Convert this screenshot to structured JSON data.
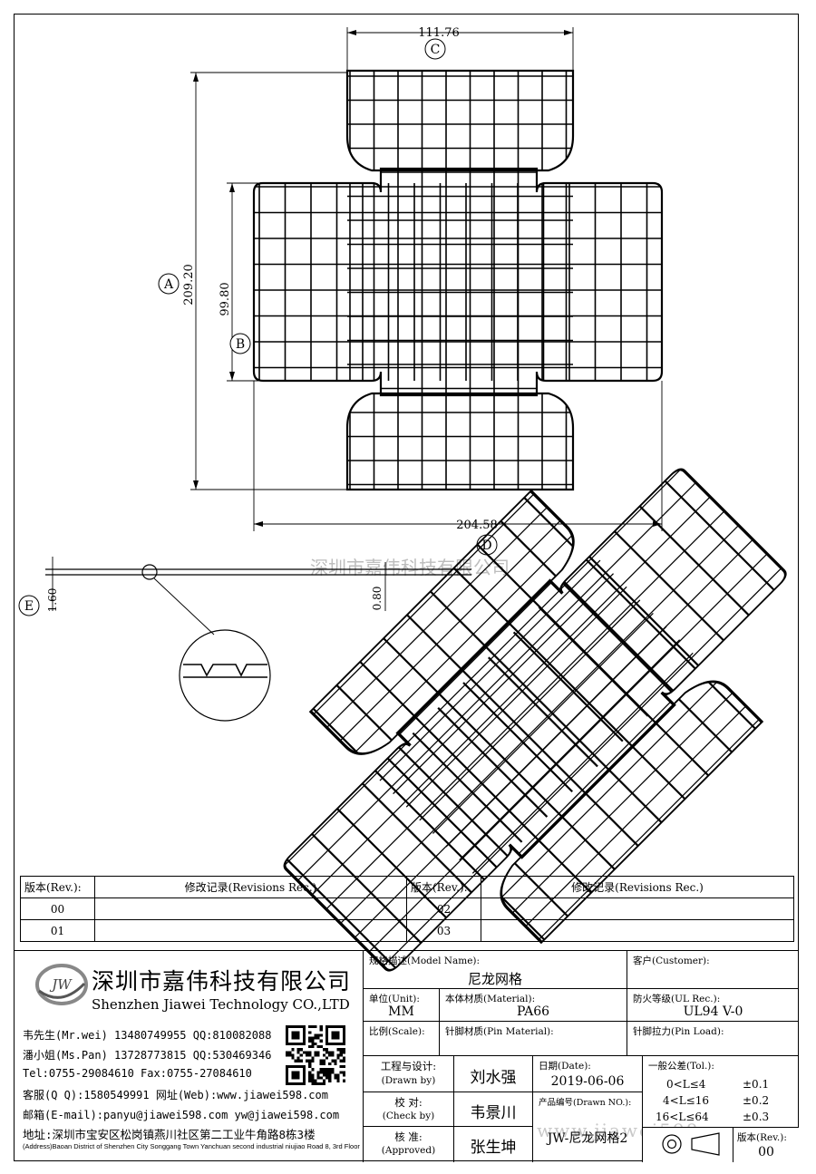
{
  "dimensions": {
    "c_width": "111.76",
    "a_height": "209.20",
    "b_height": "99.80",
    "d_width": "204.58",
    "e_thickness": "1.60",
    "step_depth": "0.80"
  },
  "callouts": {
    "a": "A",
    "b": "B",
    "c": "C",
    "d": "D",
    "e": "E"
  },
  "watermark_center": "深圳市嘉伟科技有限公司",
  "watermark_corner": "www.jiawei598.com",
  "revision_table": {
    "header_rev": "版本(Rev.):",
    "header_rec": "修改记录(Revisions Rec.)",
    "rows": [
      {
        "rev_left": "00",
        "rev_right": "02"
      },
      {
        "rev_left": "01",
        "rev_right": "03"
      }
    ]
  },
  "company": {
    "logo_text": "JW",
    "name_cn": "深圳市嘉伟科技有限公司",
    "name_en": "Shenzhen Jiawei Technology CO.,LTD",
    "contacts": [
      "韦先生(Mr.wei) 13480749955 QQ:810082088",
      "潘小姐(Ms.Pan) 13728773815 QQ:530469346",
      "Tel:0755-29084610     Fax:0755-27084610",
      "客服(Q Q):1580549991    网址(Web):www.jiawei598.com",
      "邮箱(E-mail):panyu@jiawei598.com  yw@jiawei598.com"
    ],
    "address": "地址:深圳市宝安区松岗镇燕川社区第二工业牛角路8栋3楼",
    "address_en": "(Address)Baoan District of Shenzhen City Songgang Town Yanchuan second industrial niujiao Road 8, 3rd Floor"
  },
  "title_block": {
    "model_label": "规格描述(Model Name):",
    "model_value": "尼龙网格",
    "customer_label": "客户(Customer):",
    "customer_value": "",
    "unit_label": "单位(Unit):",
    "unit_value": "MM",
    "material_label": "本体材质(Material):",
    "material_value": "PA66",
    "ul_label": "防火等级(UL Rec.):",
    "ul_value": "UL94 V-0",
    "scale_label": "比例(Scale):",
    "scale_value": "",
    "pin_material_label": "针脚材质(Pin Material):",
    "pin_material_value": "",
    "pin_load_label": "针脚拉力(Pin Load):",
    "pin_load_value": "",
    "drawn_label": "工程与设计:",
    "drawn_label_en": "(Drawn by)",
    "drawn_value": "刘水强",
    "check_label": "校  对:",
    "check_label_en": "(Check by)",
    "check_value": "韦景川",
    "approved_label": "核  准:",
    "approved_label_en": "(Approved)",
    "approved_value": "张生坤",
    "date_label": "日期(Date):",
    "date_value": "2019-06-06",
    "drawing_no_label": "产品编号(Drawn NO.):",
    "drawing_no_value": "JW-尼龙网格2",
    "tolerance_label": "一般公差(Tol.):",
    "tolerances": [
      {
        "range": "0<L≤4",
        "value": "±0.1"
      },
      {
        "range": "4<L≤16",
        "value": "±0.2"
      },
      {
        "range": "16<L≤64",
        "value": "±0.3"
      }
    ],
    "version_label": "版本(Rev.):",
    "version_value": "00"
  }
}
